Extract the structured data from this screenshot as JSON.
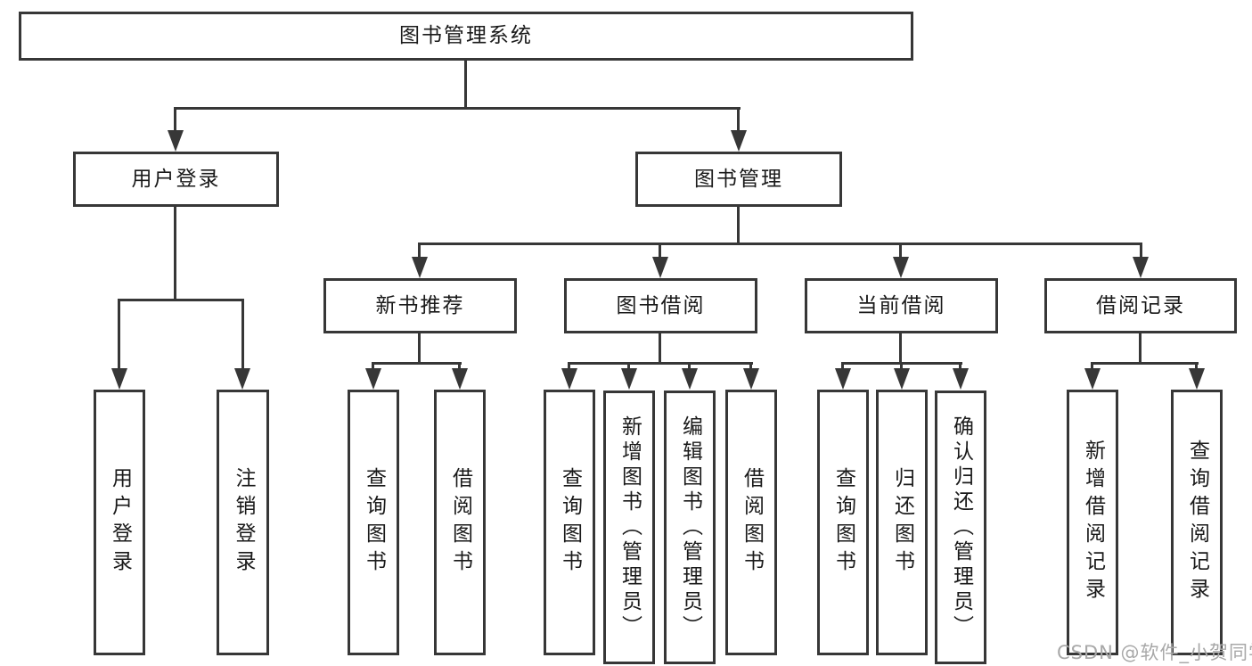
{
  "colors": {
    "line": "#373737",
    "text": "#1a1a1a",
    "watermark": "#a8a8a8",
    "background": "#ffffff"
  },
  "nodes": {
    "root": "图书管理系统",
    "user_login": "用户登录",
    "book_mgmt": "图书管理",
    "new_book_rec": "新书推荐",
    "book_borrow": "图书借阅",
    "current_borrow": "当前借阅",
    "borrow_records": "借阅记录",
    "leaf_user_login": "用户登录",
    "leaf_logout": "注销登录",
    "leaf_nb_query": "查询图书",
    "leaf_nb_borrow": "借阅图书",
    "leaf_bb_query": "查询图书",
    "leaf_bb_add": "新增图书（管理员）",
    "leaf_bb_edit": "编辑图书（管理员）",
    "leaf_bb_borrow": "借阅图书",
    "leaf_cb_query": "查询图书",
    "leaf_cb_return": "归还图书",
    "leaf_cb_confirm": "确认归还（管理员）",
    "leaf_br_add": "新增借阅记录",
    "leaf_br_query": "查询借阅记录"
  },
  "watermark": "CSDN @软件_小贺同学"
}
